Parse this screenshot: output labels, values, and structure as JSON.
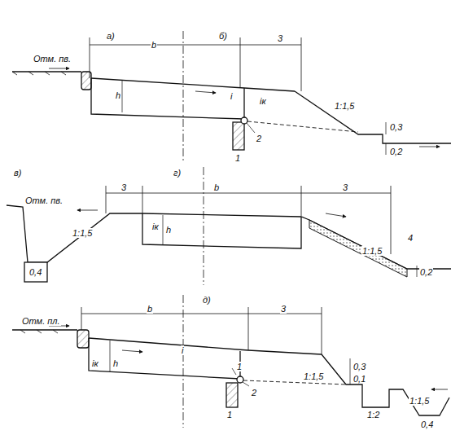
{
  "diagram": {
    "labels": [
      "а)",
      "б)",
      "Отм. пв.",
      "b",
      "3",
      "h",
      "i",
      "iк",
      "1",
      "2",
      "1:1,5",
      "0,3",
      "0,2",
      "в)",
      "г)",
      "Отм. пв.",
      "1:1,5",
      "3",
      "b",
      "3",
      "iк",
      "h",
      "4",
      "1:1,5",
      "0,2",
      "0,4",
      "д)",
      "Отм. пл.",
      "b",
      "3",
      "iк",
      "h",
      "i",
      "1",
      "2",
      "1",
      "1:1,5",
      "0,3",
      "0,1",
      "1:2",
      "1:1,5",
      "0,4"
    ]
  }
}
